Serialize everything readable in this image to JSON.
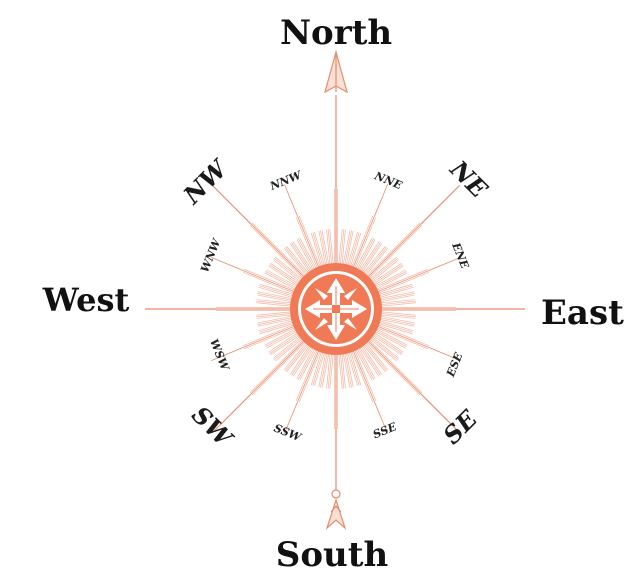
{
  "cardinals": {
    "north": "North",
    "south": "South",
    "east": "East",
    "west": "West"
  },
  "intercardinals": {
    "nw": "NW",
    "ne": "NE",
    "sw": "SW",
    "se": "SE"
  },
  "secondary": {
    "nnw": "NNW",
    "nne": "NNE",
    "wnw": "WNW",
    "ene": "ENE",
    "wsw": "WSW",
    "ese": "ESE",
    "ssw": "SSW",
    "sse": "SSE"
  },
  "colors": {
    "accent": "#f07a56",
    "ray": "#f2a48c",
    "line": "#e88a6c",
    "text": "#111111"
  }
}
